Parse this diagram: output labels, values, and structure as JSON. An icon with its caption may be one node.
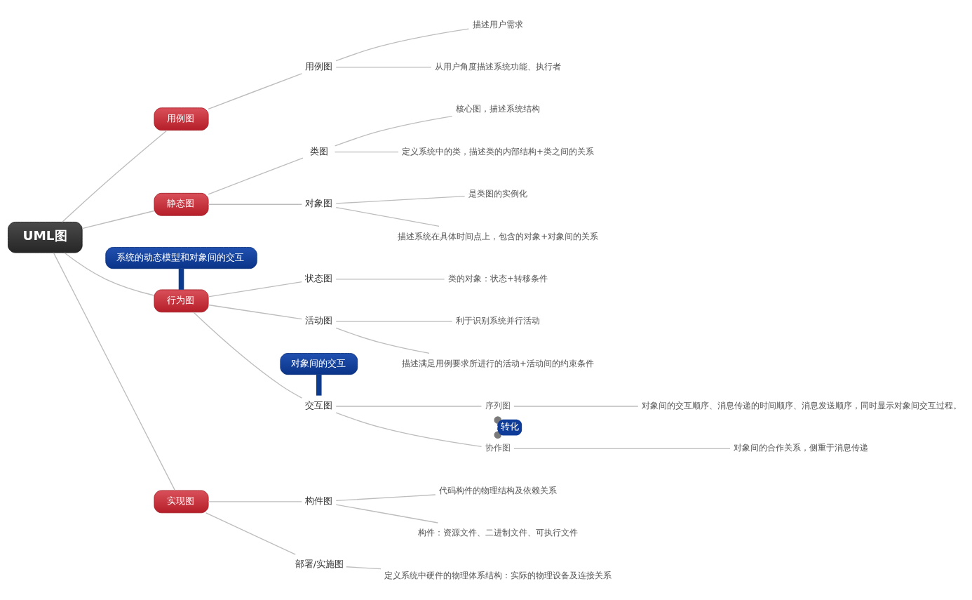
{
  "diagram": {
    "nodes": [
      {
        "text": [
          "UML图"
        ]
      },
      {
        "text": [
          "用例图"
        ]
      },
      {
        "text": [
          "用例图"
        ]
      },
      {
        "text": [
          "描述用户需求"
        ]
      },
      {
        "text": [
          "从用户角度描述系统功能、执行者"
        ]
      },
      {
        "text": [
          "静态图"
        ]
      },
      {
        "text": [
          "类图"
        ]
      },
      {
        "text": [
          "核心图，描述系统结构"
        ]
      },
      {
        "text": [
          "定义系统中的类，描述类的内部结构+类之间的关系"
        ]
      },
      {
        "text": [
          "对象图"
        ]
      },
      {
        "text": [
          "是类图的实例化"
        ]
      },
      {
        "text": [
          "描述系统在具体时间点上，包含的对象+对象间的关系"
        ]
      },
      {
        "text": [
          "系统的动态模型和对象间的交互"
        ]
      },
      {
        "text": [
          "行为图"
        ]
      },
      {
        "text": [
          "状态图"
        ]
      },
      {
        "text": [
          "类的对象：状态+转移条件"
        ]
      },
      {
        "text": [
          "活动图"
        ]
      },
      {
        "text": [
          "利于识别系统并行活动"
        ]
      },
      {
        "text": [
          "描述满足用例要求所进行的活动+活动间的约束条件"
        ]
      },
      {
        "text": [
          "对象间的交互"
        ]
      },
      {
        "text": [
          "交互图"
        ]
      },
      {
        "text": [
          "序列图"
        ]
      },
      {
        "text": [
          "对象间的交互顺序、消息传递的时间顺序、消息发送顺序，同时显示对象间交互过程。"
        ]
      },
      {
        "text": [
          "协作图"
        ]
      },
      {
        "text": [
          "对象间的合作关系，侧重于消息传递"
        ]
      },
      {
        "text": [
          "实现图"
        ]
      },
      {
        "text": [
          "构件图"
        ]
      },
      {
        "text": [
          "代码构件的物理结构及依赖关系"
        ]
      },
      {
        "text": [
          "构件：资源文件、二进制文件、可执行文件"
        ]
      },
      {
        "text": [
          "部署/实施图"
        ]
      },
      {
        "text": [
          "定义系统中硬件的物理体系结构：实际的物理设备及连接关系"
        ]
      }
    ],
    "edges": [
      {
        "from": 0,
        "to": 1,
        "arrow": "none"
      },
      {
        "from": 1,
        "to": 2,
        "arrow": "none"
      },
      {
        "from": 2,
        "to": 3,
        "arrow": "none"
      },
      {
        "from": 2,
        "to": 4,
        "arrow": "none"
      },
      {
        "from": 0,
        "to": 5,
        "arrow": "none"
      },
      {
        "from": 5,
        "to": 6,
        "arrow": "none"
      },
      {
        "from": 6,
        "to": 7,
        "arrow": "none"
      },
      {
        "from": 6,
        "to": 8,
        "arrow": "none"
      },
      {
        "from": 5,
        "to": 9,
        "arrow": "none"
      },
      {
        "from": 9,
        "to": 10,
        "arrow": "none"
      },
      {
        "from": 9,
        "to": 11,
        "arrow": "none"
      },
      {
        "from": 12,
        "to": 13,
        "arrow": "none",
        "style": "thick",
        "color": "#0b3a8e"
      },
      {
        "from": 0,
        "to": 13,
        "arrow": "none"
      },
      {
        "from": 13,
        "to": 14,
        "arrow": "none"
      },
      {
        "from": 14,
        "to": 15,
        "arrow": "none"
      },
      {
        "from": 13,
        "to": 16,
        "arrow": "none"
      },
      {
        "from": 16,
        "to": 17,
        "arrow": "none"
      },
      {
        "from": 16,
        "to": 18,
        "arrow": "none"
      },
      {
        "from": 19,
        "to": 20,
        "arrow": "none",
        "style": "thick",
        "color": "#0b3a8e"
      },
      {
        "from": 13,
        "to": 20,
        "arrow": "none"
      },
      {
        "from": 20,
        "to": 21,
        "arrow": "none"
      },
      {
        "from": 21,
        "to": 22,
        "arrow": "none"
      },
      {
        "from": 20,
        "to": 23,
        "arrow": "none"
      },
      {
        "from": 23,
        "to": 24,
        "arrow": "none"
      },
      {
        "from": 21,
        "to": 23,
        "arrow": "other",
        "label": "转化",
        "style": "dashed",
        "color": "#7a7a7a"
      },
      {
        "from": 0,
        "to": 25,
        "arrow": "none"
      },
      {
        "from": 25,
        "to": 26,
        "arrow": "none"
      },
      {
        "from": 26,
        "to": 27,
        "arrow": "none"
      },
      {
        "from": 26,
        "to": 28,
        "arrow": "none"
      },
      {
        "from": 25,
        "to": 29,
        "arrow": "none"
      },
      {
        "from": 29,
        "to": 30,
        "arrow": "none"
      }
    ]
  }
}
